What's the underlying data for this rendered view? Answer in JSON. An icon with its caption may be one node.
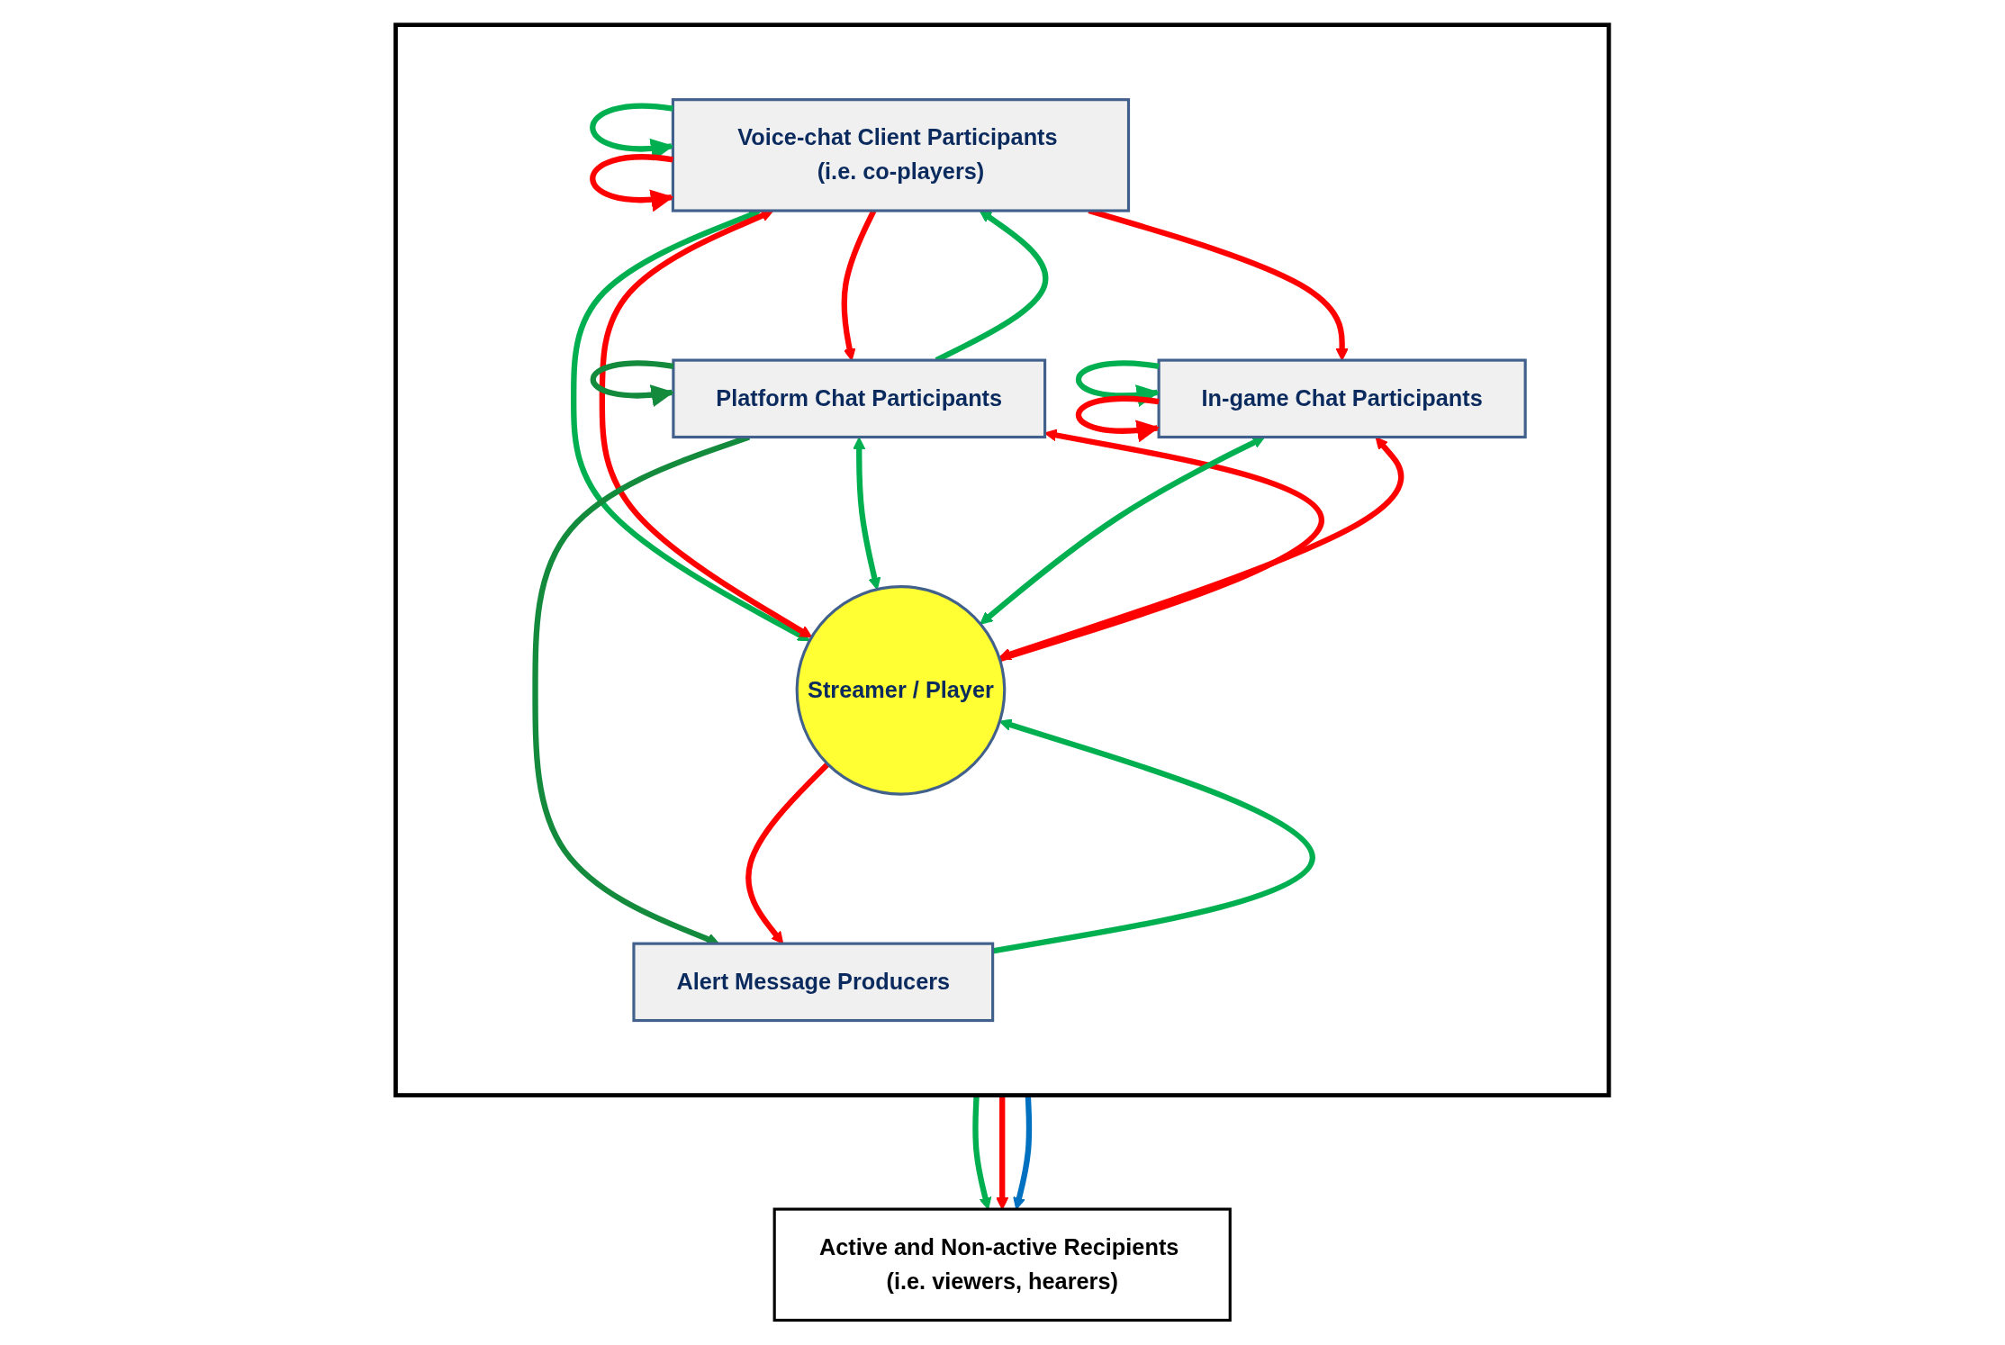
{
  "diagram": {
    "nodes": [
      {
        "text": [],
        "shape": "box"
      },
      {
        "text": [
          "Voice-chat Client Participants (i.e. co-players)"
        ],
        "in": 0
      },
      {
        "text": [
          "Platform Chat Participants"
        ],
        "in": 0
      },
      {
        "text": [
          "Streamer / Player"
        ],
        "in": 0
      },
      {
        "text": [
          "In-game Chat Participants"
        ],
        "in": 0
      },
      {
        "text": [
          "Alert Message Producers"
        ],
        "in": 0
      },
      {
        "text": [
          "Active and Non-active Recipients (i.e. viewers, hearers)"
        ]
      }
    ],
    "edges": [
      {
        "from": 1,
        "to": 1,
        "arrow": "to",
        "color": "#00b050"
      },
      {
        "from": 1,
        "to": 1,
        "arrow": "to",
        "color": "#ff0000"
      },
      {
        "from": 1,
        "to": 2,
        "arrow": "to",
        "color": "#ff0000"
      },
      {
        "from": 2,
        "to": 1,
        "arrow": "to",
        "color": "#00b050"
      },
      {
        "from": 2,
        "to": 2,
        "arrow": "to",
        "color": "#138a3c"
      },
      {
        "from": 1,
        "to": 3,
        "arrow": "both",
        "color": "#00b050"
      },
      {
        "from": 1,
        "to": 3,
        "arrow": "both",
        "color": "#ff0000"
      },
      {
        "from": 1,
        "to": 4,
        "arrow": "to",
        "color": "#ff0000"
      },
      {
        "from": 2,
        "to": 3,
        "arrow": "both",
        "color": "#00b050"
      },
      {
        "from": 3,
        "to": 2,
        "arrow": "to",
        "color": "#ff0000"
      },
      {
        "from": 2,
        "to": 5,
        "arrow": "to",
        "color": "#138a3c"
      },
      {
        "from": 4,
        "to": 4,
        "arrow": "to",
        "color": "#00b050"
      },
      {
        "from": 4,
        "to": 4,
        "arrow": "to",
        "color": "#ff0000"
      },
      {
        "from": 4,
        "to": 3,
        "arrow": "both",
        "color": "#00b050"
      },
      {
        "from": 4,
        "to": 3,
        "arrow": "both",
        "color": "#ff0000"
      },
      {
        "from": 5,
        "to": 3,
        "arrow": "to",
        "color": "#00b050"
      },
      {
        "from": 3,
        "to": 5,
        "arrow": "to",
        "color": "#ff0000"
      },
      {
        "from": 0,
        "to": 6,
        "arrow": "to",
        "color": "#00b050"
      },
      {
        "from": 0,
        "to": 6,
        "arrow": "to",
        "color": "#ff0000"
      },
      {
        "from": 0,
        "to": 6,
        "arrow": "to",
        "color": "#0070c0"
      }
    ]
  }
}
